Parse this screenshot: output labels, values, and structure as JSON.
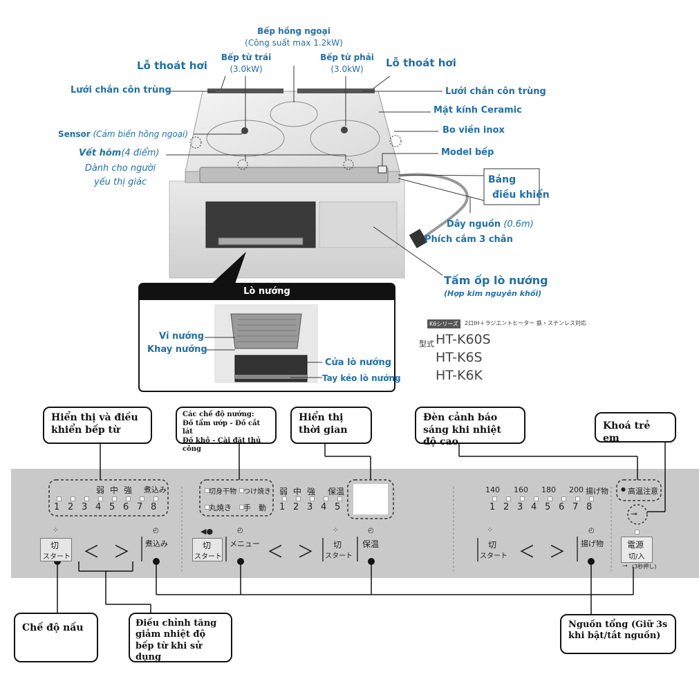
{
  "top": {
    "infrared_title": "Bếp hồng ngoại",
    "infrared_power": "(Công suất max 1.2kW)",
    "left_ih_title": "Bếp từ trái",
    "left_ih_power": "(3.0kW)",
    "right_ih_title": "Bếp từ phải",
    "right_ih_power": "(3.0kW)",
    "vent_left": "Lỗ thoát hơi",
    "vent_right": "Lỗ thoát hơi",
    "insect_net_left": "Lưới chắn côn trùng",
    "insect_net_right": "Lưới chắn côn trùng",
    "ceramic_glass": "Mặt kính Ceramic",
    "steel_frame": "Bo viền inox",
    "sensor_main": "Sensor",
    "sensor_sub": "(Cảm biến hồng ngoại)",
    "dent_main": "Vết hõm",
    "dent_count": "(4 điểm)",
    "dent_desc1": "Dành cho người",
    "dent_desc2": "yếu thị giác",
    "model_label": "Model bếp",
    "control_panel1": "Bảng",
    "control_panel2": "điều khiển",
    "power_cord_main": "Dây nguồn",
    "power_cord_len": "(0.6m)",
    "plug": "Phích cắm 3 chân",
    "oven_cover": "Tấm ốp lò nướng",
    "oven_cover_sub": "(Hợp kim nguyên khối)"
  },
  "oven": {
    "title": "Lò nướng",
    "grill_rack": "Vỉ nướng",
    "grill_tray": "Khay nướng",
    "door": "Cửa lò nướng",
    "handle": "Tay kéo lò nướng"
  },
  "model_info": {
    "series_badge": "K6シリーズ",
    "series_desc": "2口IH＋ラジエントヒーター 鉄・ステンレス対応",
    "type_label": "型式",
    "models": [
      "HT-K60S",
      "HT-K6S",
      "HT-K6K"
    ]
  },
  "callouts": {
    "ih_display": "Hiển thị và điều khiển bếp từ",
    "grill_modes_title": "Các chế độ nướng:",
    "grill_modes_line1": "Đồ tẩm ướp - Đồ cắt lát",
    "grill_modes_line2": "Đồ khô - Cài đặt thủ công",
    "time_display": "Hiển thị thời gian",
    "heat_warning": "Đèn cảnh báo sáng khi nhiệt độ cao",
    "child_lock": "Khoá trẻ em",
    "cook_mode": "Chế độ nấu",
    "adjust_heat": "Điều chỉnh tăng giảm nhiệt độ bếp từ khi sử dụng",
    "main_power": "Nguồn tổng (Giữ 3s khi bật/tắt nguồn)"
  },
  "panel": {
    "left_ih": {
      "heat_words": [
        "弱",
        "中",
        "強"
      ],
      "simmer": "煮込み",
      "levels": [
        "1",
        "2",
        "3",
        "4",
        "5",
        "6",
        "7",
        "8"
      ],
      "btn_off": "切",
      "btn_start": "スタート",
      "arrow_left": "＜",
      "arrow_right": "＞",
      "btn_simmer": "煮込み"
    },
    "grill": {
      "modes": [
        "切身干物",
        "つけ焼き",
        "丸焼き",
        "手　動"
      ],
      "heat_words": [
        "弱",
        "中",
        "強",
        "保温"
      ],
      "levels": [
        "1",
        "2",
        "3",
        "4",
        "5"
      ],
      "btn_off": "切",
      "btn_start": "スタート",
      "btn_menu": "メニュー",
      "arrow_left": "＜",
      "arrow_right": "＞",
      "btn_off2": "切",
      "btn_start2": "スタート",
      "btn_keep_warm": "保温"
    },
    "right_ih": {
      "temps": [
        "140",
        "160",
        "180",
        "200"
      ],
      "fry": "揚げ物",
      "levels": [
        "1",
        "2",
        "3",
        "4",
        "5",
        "6",
        "7",
        "8"
      ],
      "btn_off": "切",
      "btn_start": "スタート",
      "arrow_left": "＜",
      "arrow_right": "＞",
      "btn_fry": "揚げ物"
    },
    "right_side": {
      "high_temp": "高温注意",
      "power_btn_line1": "電源",
      "power_btn_line2": "切/入",
      "lock_text": "(3秒押し)"
    }
  }
}
